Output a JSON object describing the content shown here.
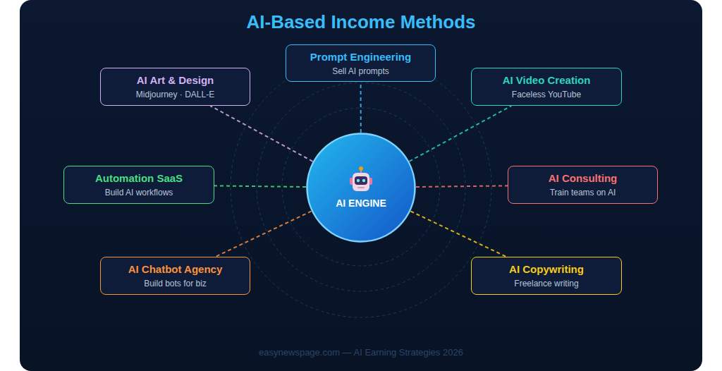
{
  "diagram": {
    "title": "AI-Based Income Methods",
    "caption": "easynewspage.com — AI Earning Strategies 2026",
    "nodes": [
      {
        "text": [
          "Prompt Engineering",
          "Sell AI prompts"
        ]
      },
      {
        "text": [
          "AI Art & Design",
          "Midjourney · DALL-E"
        ]
      },
      {
        "text": [
          "AI Video Creation",
          "Faceless YouTube"
        ]
      },
      {
        "text": [
          "Automation SaaS",
          "Build AI workflows"
        ]
      },
      {
        "text": [
          "AI ENGINE"
        ]
      },
      {
        "text": [
          "AI Consulting",
          "Train teams on AI"
        ]
      },
      {
        "text": [
          "AI Chatbot Agency",
          "Build bots for biz"
        ]
      },
      {
        "text": [
          "AI Copywriting",
          "Freelance writing"
        ]
      }
    ],
    "edges": [
      {
        "from": 4,
        "to": 0,
        "arrow": "none"
      },
      {
        "from": 4,
        "to": 1,
        "arrow": "none"
      },
      {
        "from": 4,
        "to": 2,
        "arrow": "none"
      },
      {
        "from": 4,
        "to": 3,
        "arrow": "none"
      },
      {
        "from": 4,
        "to": 5,
        "arrow": "none"
      },
      {
        "from": 4,
        "to": 6,
        "arrow": "none"
      },
      {
        "from": 4,
        "to": 7,
        "arrow": "none"
      }
    ]
  }
}
